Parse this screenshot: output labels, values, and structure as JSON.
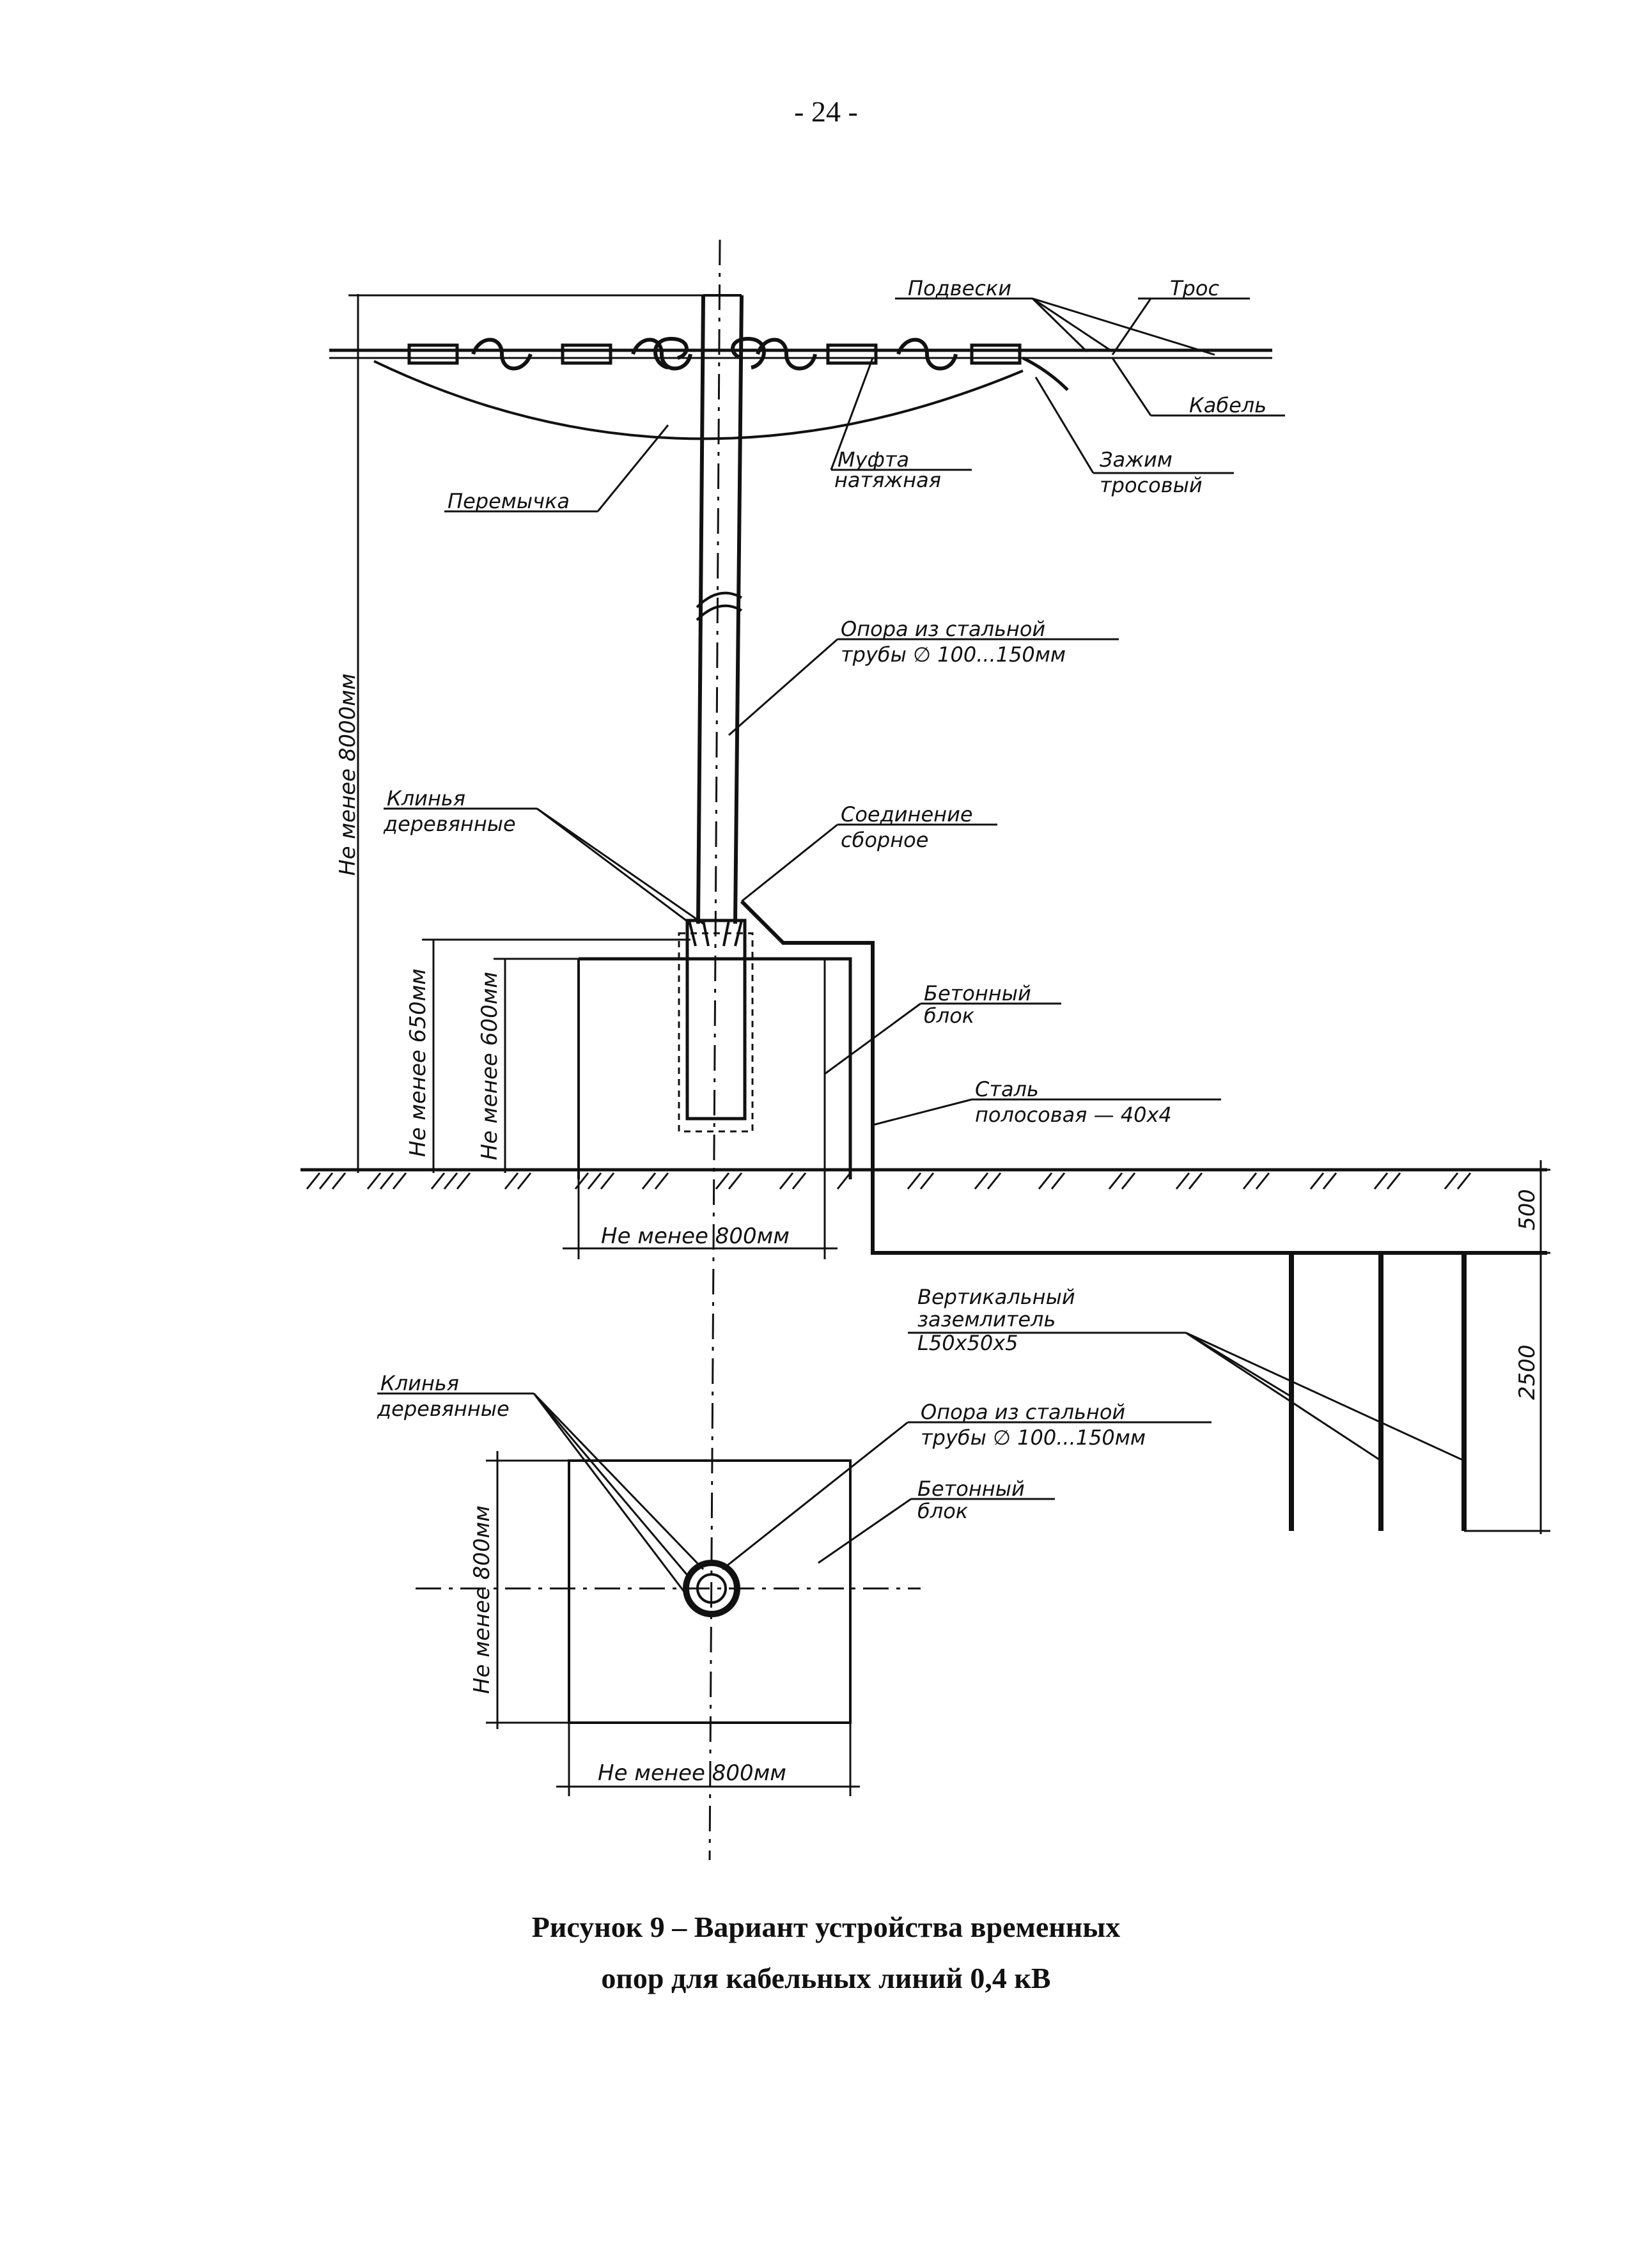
{
  "page_number": "- 24 -",
  "labels": {
    "suspensions": "Подвески",
    "rope": "Трос",
    "cable": "Кабель",
    "jumper": "Перемычка",
    "coupling_1": "Муфта",
    "coupling_2": "натяжная",
    "clamp_1": "Зажим",
    "clamp_2": "тросовый",
    "pole_1": "Опора из стальной",
    "pole_2": "трубы ∅ 100...150мм",
    "wedges_1": "Клинья",
    "wedges_2": "деревянные",
    "joint_1": "Соединение",
    "joint_2": "сборное",
    "block_1": "Бетонный",
    "block_2": "блок",
    "steel_1": "Сталь",
    "steel_2": "полосовая — 40х4",
    "vertical_1": "Вертикальный",
    "vertical_2": "заземлитель",
    "vertical_3": "L50x50x5",
    "plan_wedges_1": "Клинья",
    "plan_wedges_2": "деревянные",
    "plan_pole_1": "Опора из стальной",
    "plan_pole_2": "трубы ∅ 100...150мм",
    "plan_block_1": "Бетонный",
    "plan_block_2": "блок"
  },
  "dimensions": {
    "height_8000": "Не менее 8000мм",
    "depth_650": "Не менее 650мм",
    "depth_600": "Не менее 600мм",
    "width_800_elev": "Не менее 800мм",
    "dim_500": "500",
    "dim_2500": "2500",
    "plan_800_v": "Не менее 800мм",
    "plan_800_h": "Не менее 800мм"
  },
  "caption": {
    "line1": "Рисунок 9 – Вариант устройства временных",
    "line2": "опор для кабельных линий 0,4 кВ"
  }
}
